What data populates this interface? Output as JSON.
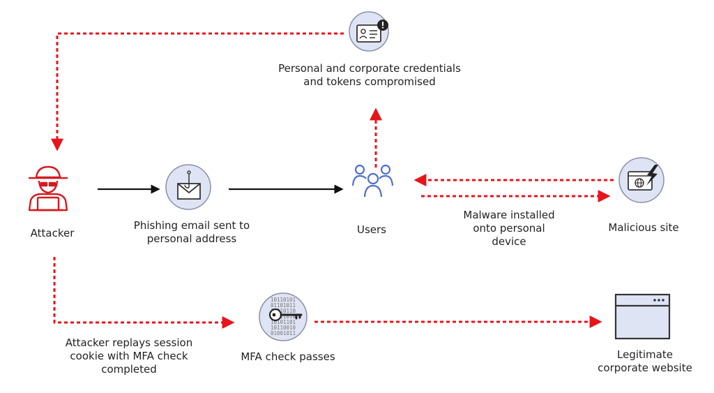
{
  "labels": {
    "credentials": "Personal and corporate credentials\nand tokens compromised",
    "attacker": "Attacker",
    "phishing": "Phishing email sent to\npersonal address",
    "users": "Users",
    "malware": "Malware installed\nonto personal\ndevice",
    "malicious_site": "Malicious site",
    "replay": "Attacker replays session\ncookie with MFA check\ncompleted",
    "mfa": "MFA check passes",
    "legit": "Legitimate\ncorporate website"
  },
  "icons": {
    "credentials": "id-card-alert-icon",
    "attacker": "hacker-icon",
    "phishing": "phishing-email-icon",
    "users": "users-icon",
    "malicious_site": "malicious-site-icon",
    "mfa": "key-icon",
    "legit": "browser-window-icon"
  },
  "mfa_icon_bits": [
    "10110101",
    "01101011",
    "11010110",
    "01011010",
    "10101101",
    "10110010",
    "01001011"
  ],
  "colors": {
    "attack_arrow": "#e8141b",
    "flow_arrow": "#111111",
    "icon_fill": "#dfe4f4",
    "icon_stroke": "#8a8fa8",
    "attacker_red": "#d6191f",
    "users_blue": "#4d6ed0"
  }
}
